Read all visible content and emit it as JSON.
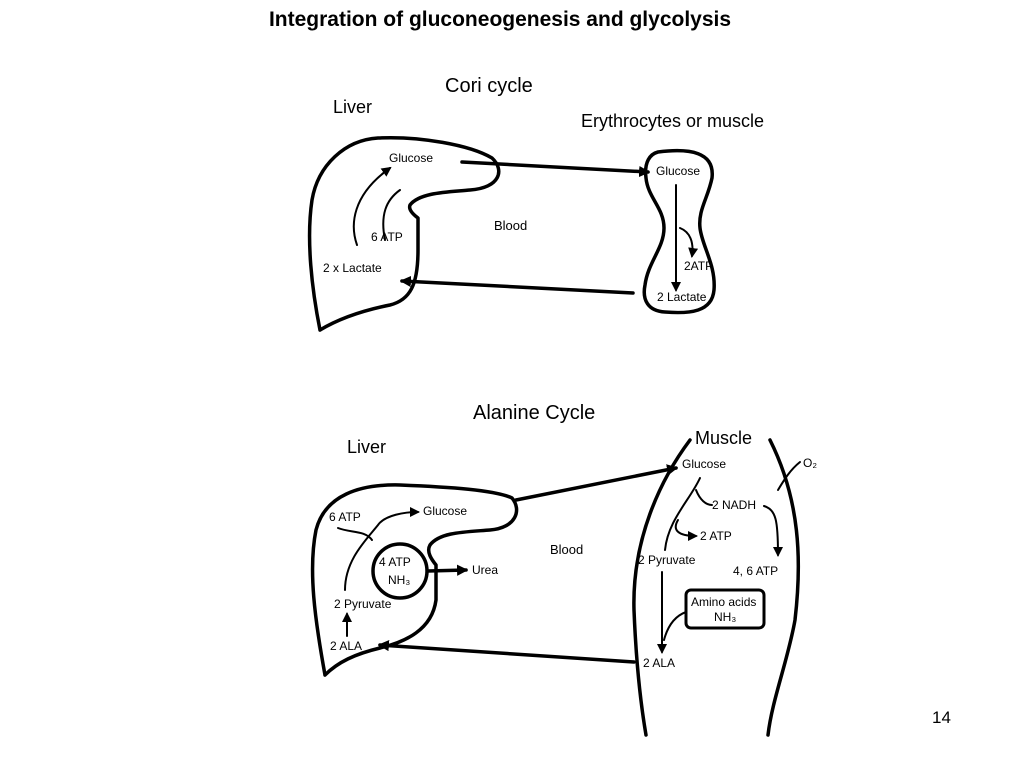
{
  "slide": {
    "title": "Integration of gluconeogenesis and glycolysis",
    "page_number": "14"
  },
  "cori": {
    "heading": "Cori cycle",
    "liver_label": "Liver",
    "peripheral_label": "Erythrocytes or muscle",
    "blood_label": "Blood",
    "liver_glucose": "Glucose",
    "liver_atp": "6  ATP",
    "liver_lactate": "2 x  Lactate",
    "cell_glucose": "Glucose",
    "cell_atp": "2ATP",
    "cell_lactate": "2 Lactate"
  },
  "alanine": {
    "heading": "Alanine Cycle",
    "liver_label": "Liver",
    "muscle_label": "Muscle",
    "blood_label": "Blood",
    "liver_atp": "6  ATP",
    "liver_glucose": "Glucose",
    "urea_atp": "4  ATP",
    "urea_nh3": "NH₃",
    "urea": "Urea",
    "liver_pyruvate": "2 Pyruvate",
    "liver_ala": "2 ALA",
    "muscle_glucose": "Glucose",
    "muscle_nadh": "2 NADH",
    "muscle_atp": "2 ATP",
    "muscle_pyruvate": "2 Pyruvate",
    "muscle_atp_ox": "4, 6 ATP",
    "oxygen": "O₂",
    "amino_acids": "Amino acids",
    "amino_nh3": "NH₃",
    "muscle_ala": "2 ALA"
  }
}
